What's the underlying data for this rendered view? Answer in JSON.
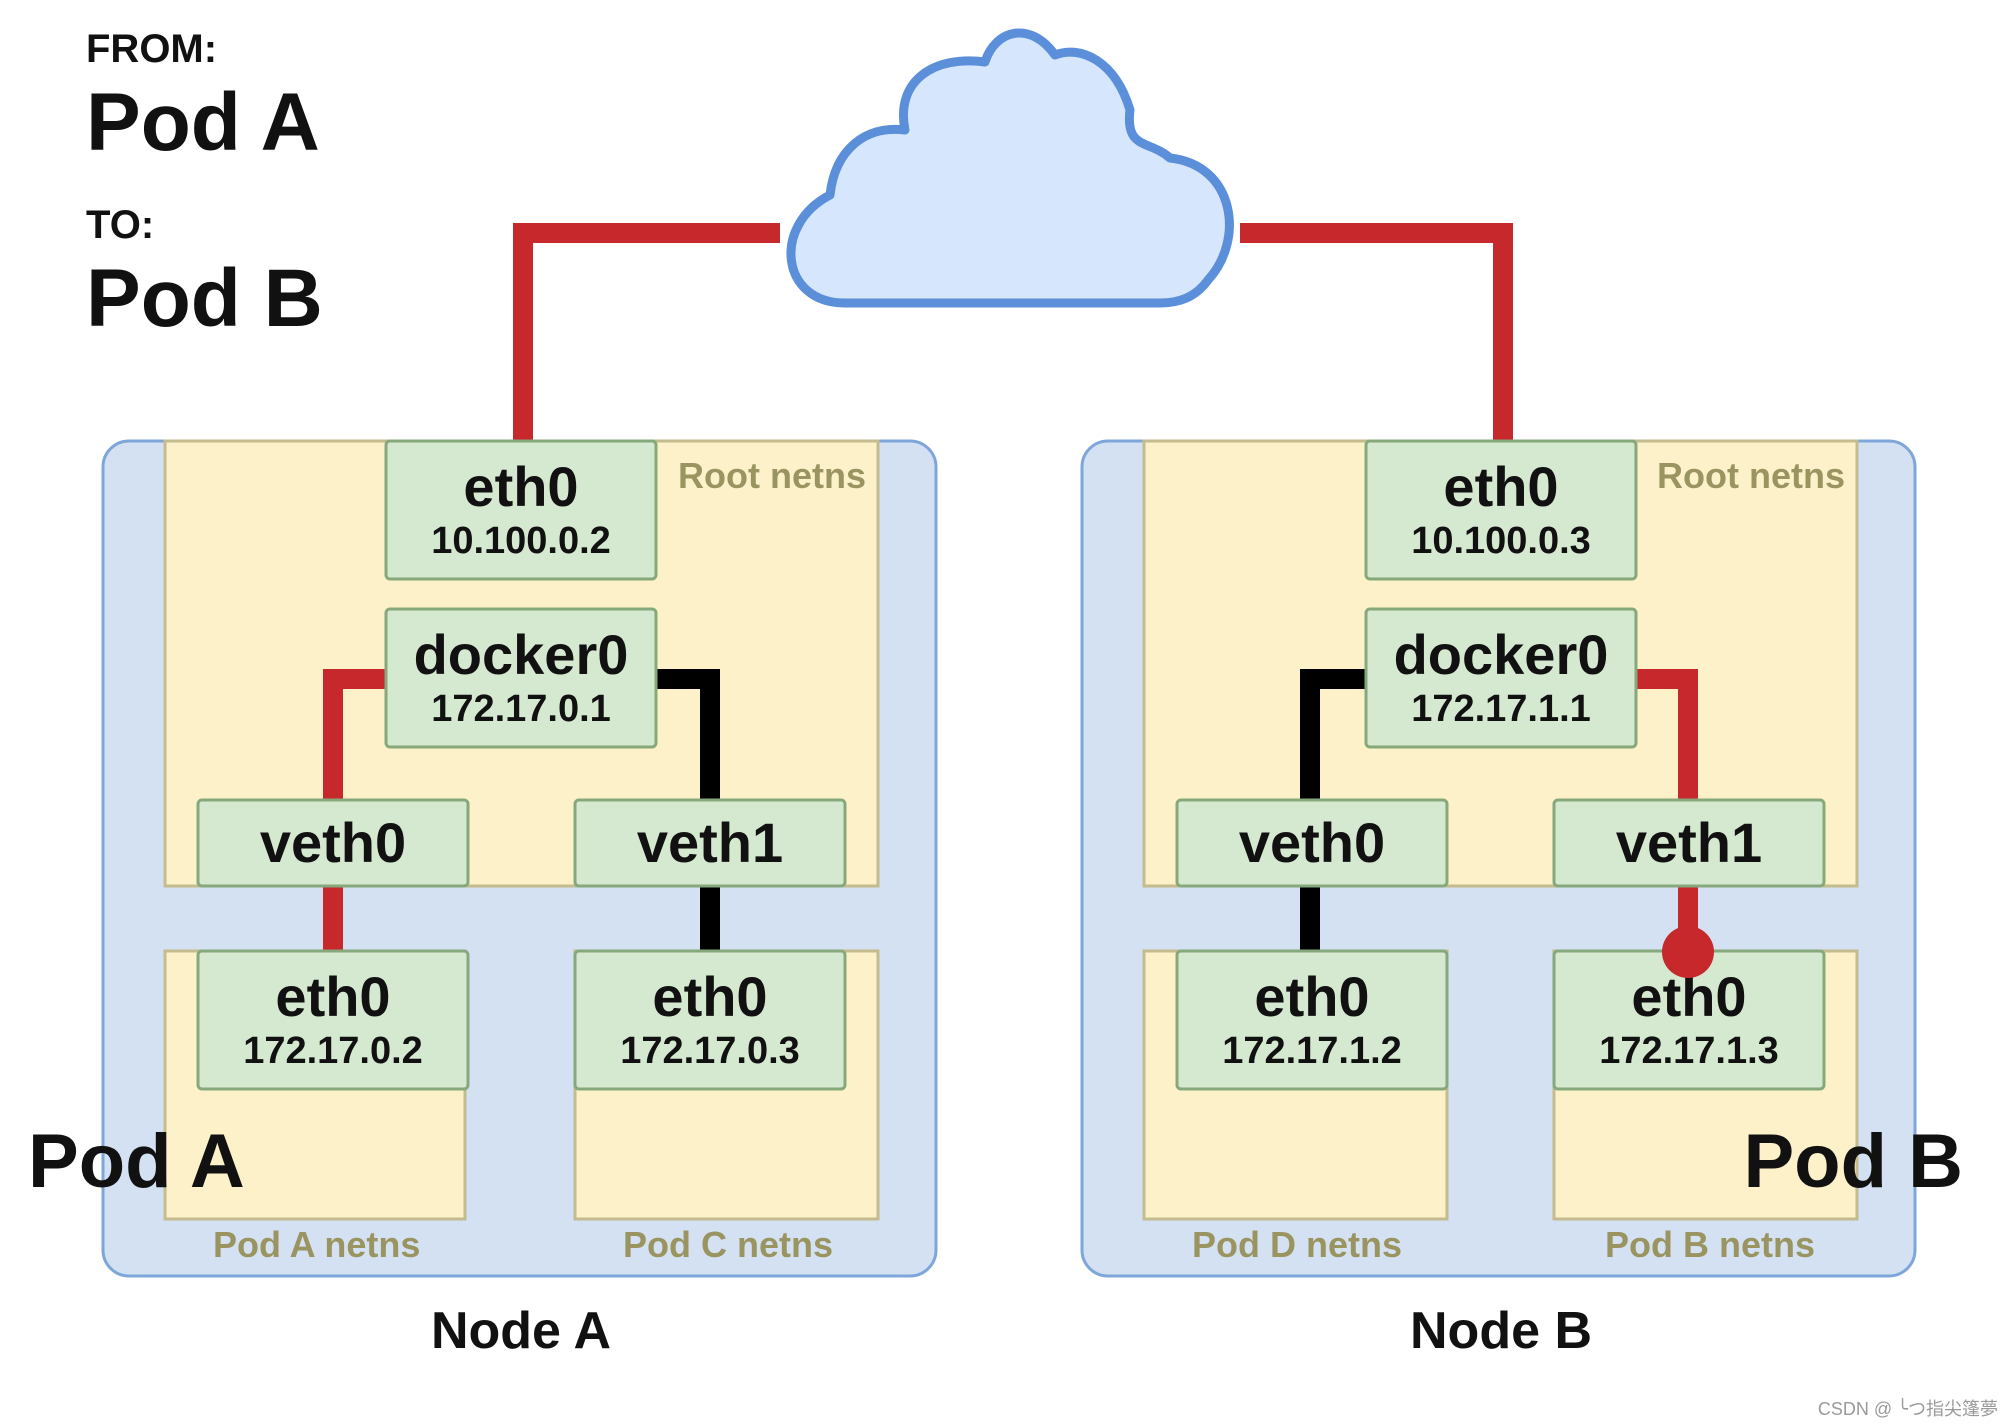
{
  "header": {
    "from_label": "FROM:",
    "from_pod": "Pod A",
    "to_label": "TO:",
    "to_pod": "Pod B"
  },
  "colors": {
    "node_bg": "#d3e1f3",
    "node_border": "#7fa6d8",
    "netns_bg": "#fdf1c9",
    "netns_border": "#c4bb8e",
    "iface_bg": "#d5e8d0",
    "iface_border": "#86a97c",
    "packet_path": "#c6282b",
    "link": "#000000",
    "cloud_fill": "#d6e6fc",
    "cloud_stroke": "#5b8fd9"
  },
  "icons": {
    "internet": "cloud-icon",
    "packet_endpoint": "dot-icon"
  },
  "node_a": {
    "label": "Node A",
    "root_netns_label": "Root netns",
    "eth0": {
      "name": "eth0",
      "ip": "10.100.0.2"
    },
    "docker0": {
      "name": "docker0",
      "ip": "172.17.0.1"
    },
    "veth0": {
      "name": "veth0"
    },
    "veth1": {
      "name": "veth1"
    },
    "pod_a": {
      "netns_label": "Pod A netns",
      "eth0": {
        "name": "eth0",
        "ip": "172.17.0.2"
      }
    },
    "pod_c": {
      "netns_label": "Pod C netns",
      "eth0": {
        "name": "eth0",
        "ip": "172.17.0.3"
      }
    },
    "pod_overlay_label": "Pod A"
  },
  "node_b": {
    "label": "Node B",
    "root_netns_label": "Root netns",
    "eth0": {
      "name": "eth0",
      "ip": "10.100.0.3"
    },
    "docker0": {
      "name": "docker0",
      "ip": "172.17.1.1"
    },
    "veth0": {
      "name": "veth0"
    },
    "veth1": {
      "name": "veth1"
    },
    "pod_d": {
      "netns_label": "Pod D netns",
      "eth0": {
        "name": "eth0",
        "ip": "172.17.1.2"
      }
    },
    "pod_b": {
      "netns_label": "Pod B netns",
      "eth0": {
        "name": "eth0",
        "ip": "172.17.1.3"
      }
    },
    "pod_overlay_label": "Pod B"
  },
  "watermark": "CSDN @ ╰つ指尖篷夢"
}
